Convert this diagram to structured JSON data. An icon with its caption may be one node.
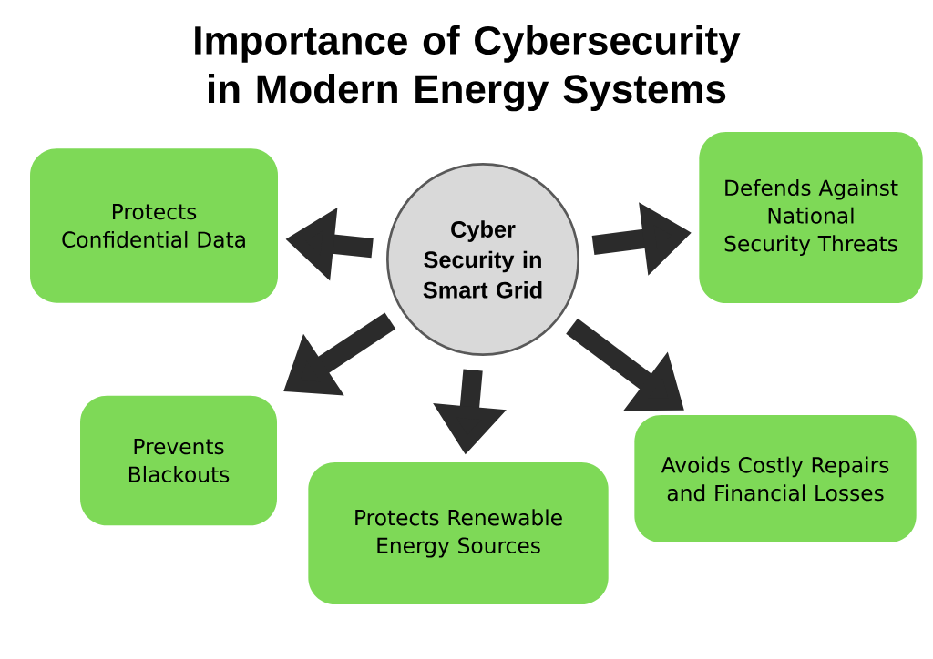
{
  "diagram": {
    "title": "Importance of Cybersecurity in Modern Energy Systems",
    "nodes": [
      {
        "text": [
          "Cyber Security in Smart Grid"
        ]
      },
      {
        "text": [
          "Protects Confidential Data"
        ]
      },
      {
        "text": [
          "Defends Against National Security Threats"
        ]
      },
      {
        "text": [
          "Prevents Blackouts"
        ]
      },
      {
        "text": [
          "Protects Renewable Energy Sources"
        ]
      },
      {
        "text": [
          "Avoids Costly Repairs and Financial Losses"
        ]
      }
    ],
    "edges": [
      {
        "from": 0,
        "to": 1,
        "arrow": "to"
      },
      {
        "from": 0,
        "to": 2,
        "arrow": "to"
      },
      {
        "from": 0,
        "to": 3,
        "arrow": "to"
      },
      {
        "from": 0,
        "to": 4,
        "arrow": "to"
      },
      {
        "from": 0,
        "to": 5,
        "arrow": "to"
      }
    ]
  }
}
